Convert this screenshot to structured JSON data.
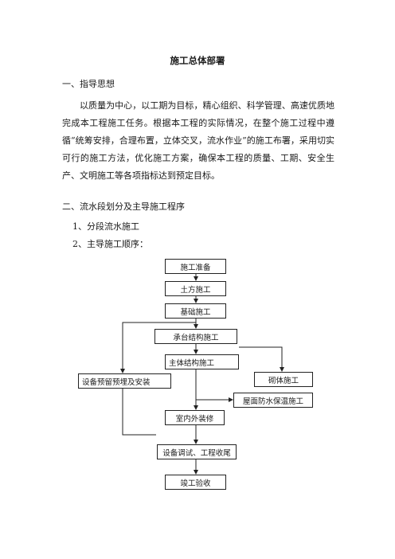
{
  "title": "施工总体部署",
  "section1": {
    "heading": "一、指导思想",
    "paragraph": "以质量为中心，以工期为目标，精心组织、科学管理、高速优质地完成本工程施工任务。根据本工程的实际情况，在整个施工过程中遵循“统筹安排，合理布置，立体交叉，流水作业”的施工布署，采用切实可行的施工方法，优化施工方案，确保本工程的质量、工期、安全生产、文明施工等各项指标达到预定目标。"
  },
  "section2": {
    "heading": "二、流水段划分及主导施工程序",
    "item1": "1、分段流水施工",
    "item2": "2、主导施工顺序："
  },
  "flowchart": {
    "prep": "施工准备",
    "earthwork": "土方施工",
    "foundation": "基础施工",
    "pile_cap": "承台结构施工",
    "main_structure": "主体结构施工",
    "masonry": "砌体施工",
    "equipment_embed": "设备预留预埋及安装",
    "roof": "屋面防水保温施工",
    "decoration": "室内外装修",
    "commissioning": "设备调试、工程收尾",
    "acceptance": "竣工验收"
  }
}
